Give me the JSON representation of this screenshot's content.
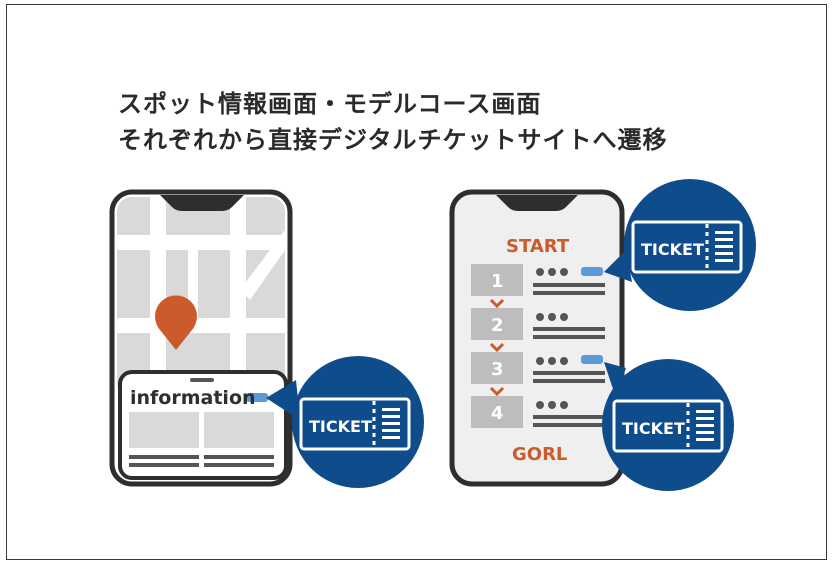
{
  "heading": {
    "line1": "スポット情報画面・モデルコース画面",
    "line2": "それぞれから直接デジタルチケットサイトへ遷移"
  },
  "left_phone": {
    "info_label": "information",
    "ticket_label": "TICKET"
  },
  "right_phone": {
    "start_label": "START",
    "goal_label": "GORL",
    "steps": [
      "1",
      "2",
      "3",
      "4"
    ],
    "ticket_label_top": "TICKET",
    "ticket_label_bottom": "TICKET"
  },
  "colors": {
    "accent_orange": "#cc5b2b",
    "ticket_blue": "#0f4c8c",
    "link_blue": "#5b9bd5",
    "phone_gray": "#dedede"
  }
}
